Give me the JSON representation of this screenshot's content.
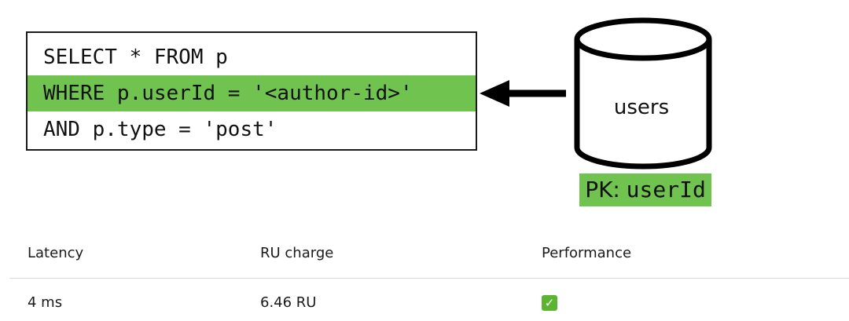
{
  "diagram": {
    "query_lines": [
      "SELECT * FROM p",
      "WHERE p.userId = '<author-id>'",
      "AND p.type = 'post'"
    ],
    "highlight_color": "#71c34f",
    "container_name": "users",
    "partition_key": {
      "label": "PK:",
      "value": "userId"
    }
  },
  "table": {
    "headers": [
      "Latency",
      "RU charge",
      "Performance"
    ],
    "rows": [
      {
        "latency": "4 ms",
        "ru_charge": "6.46 RU",
        "performance_icon": "green-checkmark"
      }
    ]
  }
}
